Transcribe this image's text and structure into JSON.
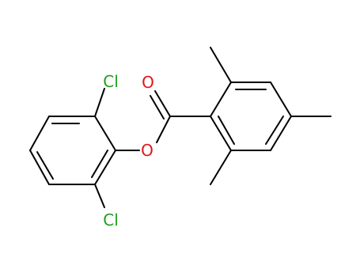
{
  "molecule": {
    "atoms": {
      "chlorine_top": {
        "symbol": "Cl"
      },
      "chlorine_bottom": {
        "symbol": "Cl"
      },
      "ester_oxygen": {
        "symbol": "O"
      },
      "carbonyl_oxygen": {
        "symbol": "O"
      }
    }
  },
  "colors": {
    "bond": "#000000",
    "chlorine": "#1f9f1f",
    "oxygen": "#e0161a"
  }
}
